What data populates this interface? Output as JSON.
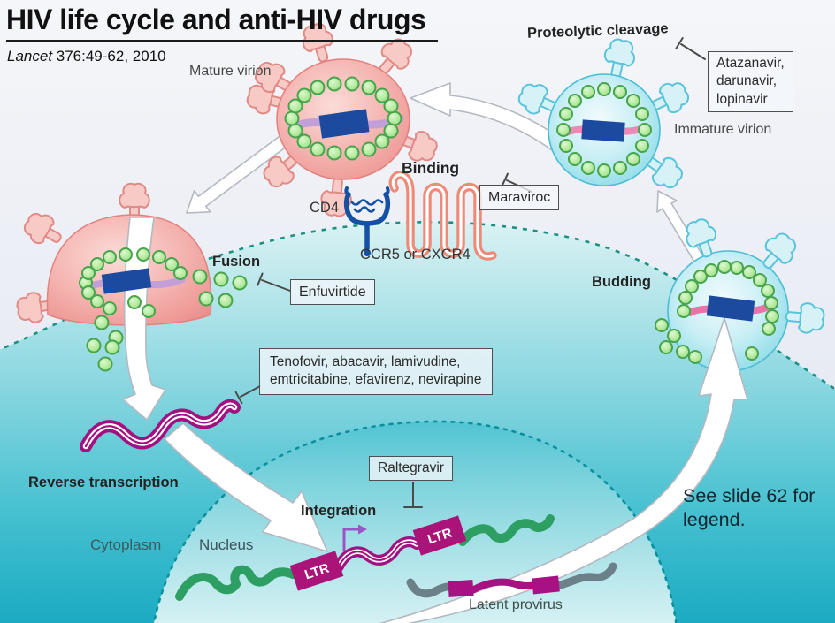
{
  "header": {
    "title": "HIV life cycle and anti-HIV drugs",
    "source_italic": "Lancet",
    "source_rest": " 376:49-62, 2010"
  },
  "stages": {
    "mature_virion": "Mature virion",
    "immature_virion": "Immature virion",
    "proteolytic_cleavage": "Proteolytic cleavage",
    "binding": "Binding",
    "fusion": "Fusion",
    "reverse_transcription": "Reverse transcription",
    "integration": "Integration",
    "budding": "Budding"
  },
  "cell": {
    "cytoplasm": "Cytoplasm",
    "nucleus": "Nucleus"
  },
  "receptors": {
    "cd4": "CD4",
    "coreceptor": "CCR5 or CXCR4"
  },
  "genome": {
    "ltr": "LTR",
    "latent_provirus": "Latent provirus"
  },
  "drug_boxes": {
    "protease_inhibitors": {
      "line1": "Atazanavir,",
      "line2": "darunavir,",
      "line3": "lopinavir"
    },
    "ccr5_antagonist": "Maraviroc",
    "fusion_inhibitor": "Enfuvirtide",
    "rt_inhibitors": {
      "line1": "Tenofovir, abacavir, lamivudine,",
      "line2": "emtricitabine, efavirenz, nevirapine"
    },
    "integrase_inhibitor": "Raltegravir"
  },
  "note": {
    "line1": "See slide 62 for",
    "line2": "legend."
  },
  "colors": {
    "mature_virion_pink": "#f2a9a6",
    "immature_virion_cyan": "#8fdce9",
    "capsid_green": "#a7e494",
    "core_blue": "#1b4a9e",
    "viral_dna_magenta": "#a31082",
    "host_dna_green": "#2d9f63",
    "ltr_magenta": "#aa1478",
    "cytoplasm_teal": "#2db5c8",
    "membrane_teal": "#1b9183",
    "provirus_gray": "#6b8089"
  }
}
